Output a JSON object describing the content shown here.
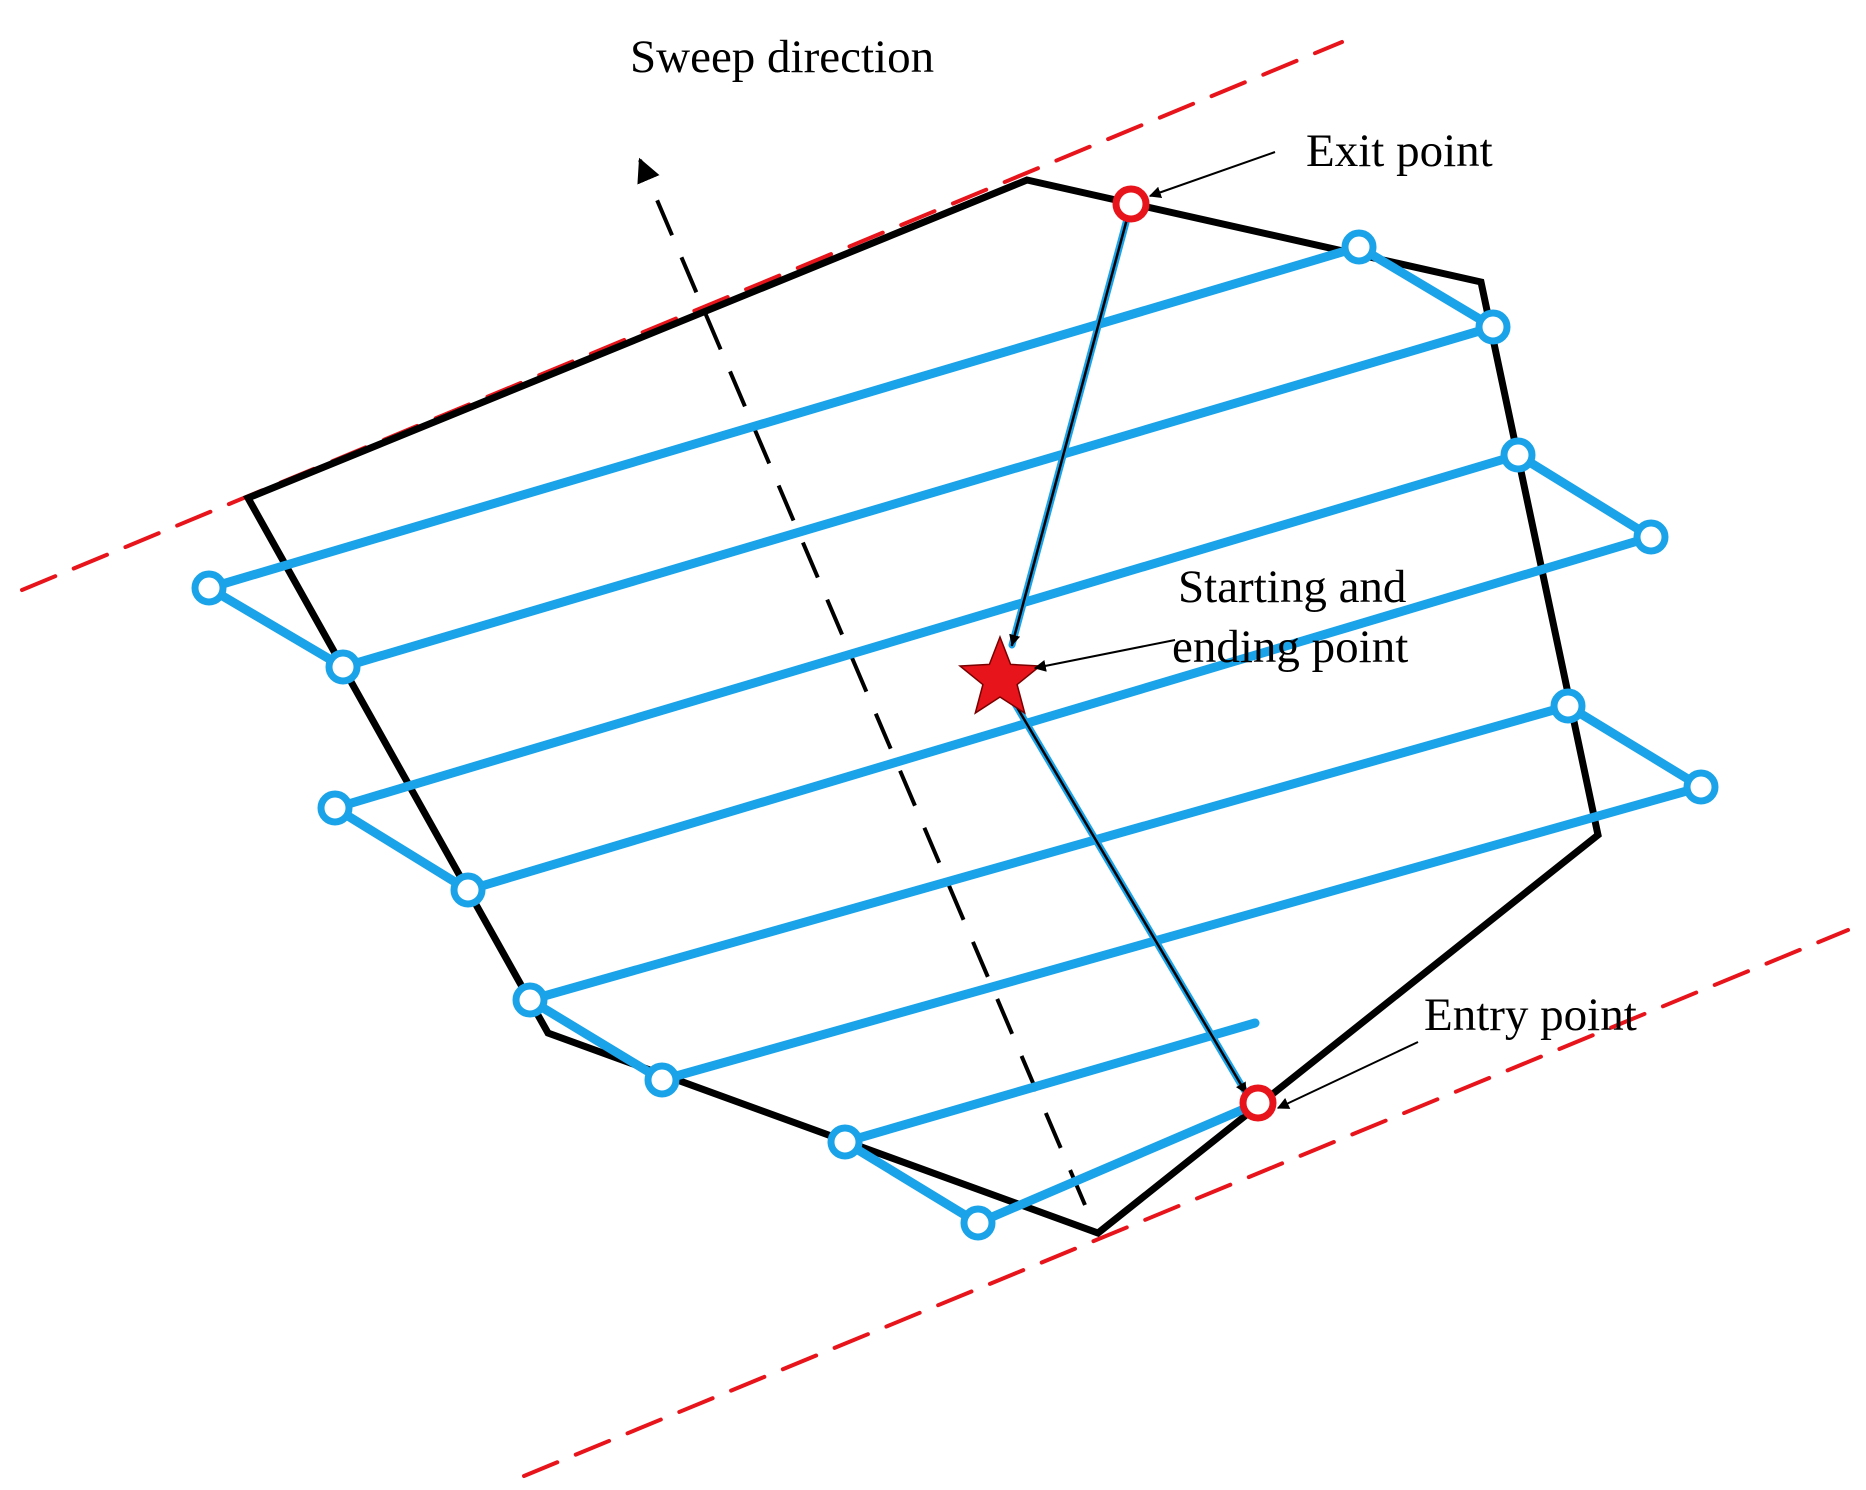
{
  "labels": {
    "sweep_direction": "Sweep direction",
    "exit_point": "Exit point",
    "start_end_line1": "Starting and",
    "start_end_line2": "ending point",
    "entry_point": "Entry point"
  },
  "colors": {
    "boundary": "#000000",
    "sweep_path": "#1aa3e8",
    "support_lines": "#e8141b",
    "exit_entry_markers": "#e8141b",
    "start_marker": "#e8141b",
    "transit_path": "#000000",
    "sweep_direction_arrow": "#000000"
  },
  "waypoint_count": 16,
  "sweep_pass_count": 8
}
